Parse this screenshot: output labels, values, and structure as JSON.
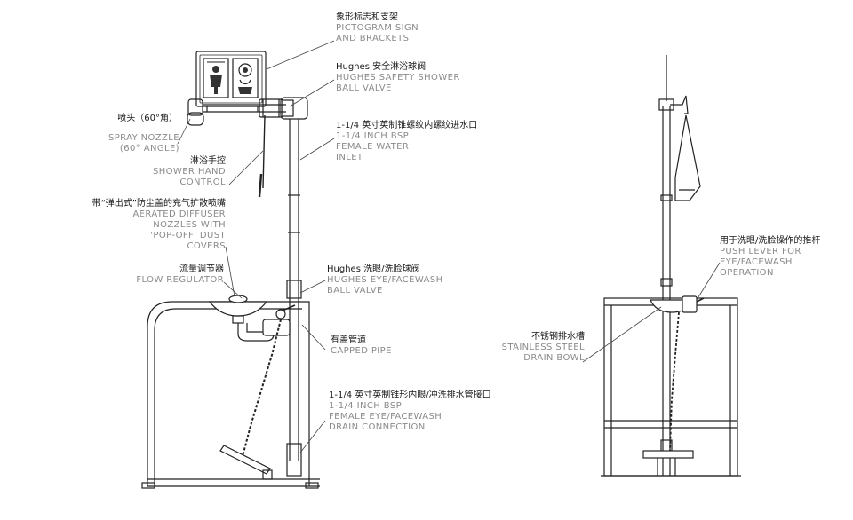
{
  "labels": {
    "pictogram": {
      "zh": "象形标志和支架",
      "en": [
        "PICTOGRAM SIGN",
        "AND BRACKETS"
      ]
    },
    "shower_valve": {
      "zh": "Hughes 安全淋浴球阀",
      "en": [
        "HUGHES SAFETY SHOWER",
        "BALL VALVE"
      ]
    },
    "inlet": {
      "zh": "1-1/4 英寸英制锥螺纹内螺纹进水口",
      "en": [
        "1-1/4 INCH BSP",
        "FEMALE WATER",
        "INLET"
      ]
    },
    "spray_nozzle": {
      "zh": "喷头（60°角）",
      "en": [
        "SPRAY NOZZLE",
        "(60° ANGLE)"
      ]
    },
    "hand_control": {
      "zh": "淋浴手控",
      "en": [
        "SHOWER HAND",
        "CONTROL"
      ]
    },
    "diffuser": {
      "zh": "带“弹出式”防尘盖的充气扩散喷嘴",
      "en": [
        "AERATED DIFFUSER",
        "NOZZLES WITH",
        "'POP-OFF' DUST",
        "COVERS"
      ]
    },
    "flow_regulator": {
      "zh": "流量调节器",
      "en": [
        "FLOW REGULATOR"
      ]
    },
    "eye_valve": {
      "zh": "Hughes 洗眼/洗脸球阀",
      "en": [
        "HUGHES EYE/FACEWASH",
        "BALL VALVE"
      ]
    },
    "capped_pipe": {
      "zh": "有盖管道",
      "en": [
        "CAPPED PIPE"
      ]
    },
    "drain": {
      "zh": "1-1/4 英寸英制锥形内眼/冲洗排水管接口",
      "en": [
        "1-1/4 INCH BSP",
        "FEMALE EYE/FACEWASH",
        "DRAIN CONNECTION"
      ]
    },
    "push_lever": {
      "zh": "用于洗眼/洗脸操作的推杆",
      "en": [
        "PUSH LEVER FOR",
        "EYE/FACEWASH",
        "OPERATION"
      ]
    },
    "drain_bowl": {
      "zh": "不锈钢排水槽",
      "en": [
        "STAINLESS STEEL",
        "DRAIN BOWL"
      ]
    }
  }
}
